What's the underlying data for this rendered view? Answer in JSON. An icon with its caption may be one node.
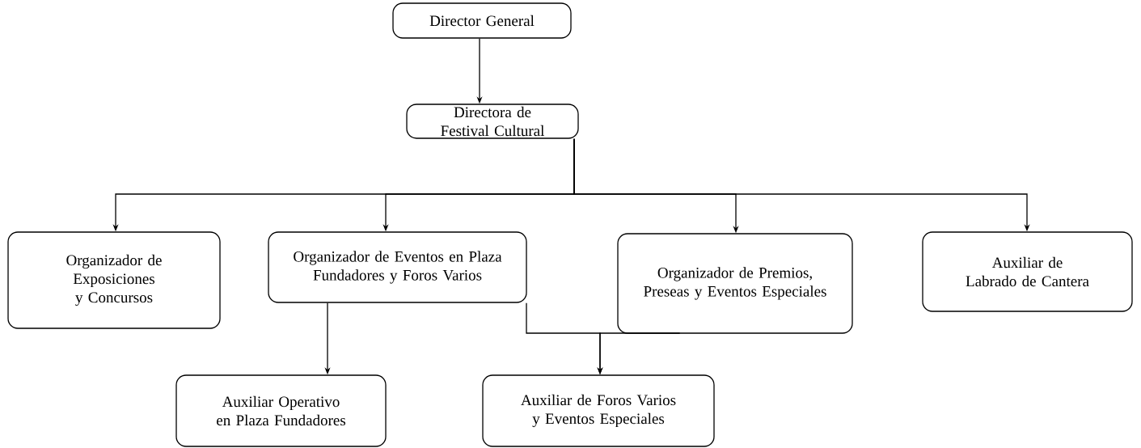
{
  "diagram": {
    "nodes": [
      {
        "text": [
          "Director General"
        ]
      },
      {
        "text": [
          "Directora de Festival Cultural"
        ]
      },
      {
        "text": [
          "Organizador de Exposiciones y Concursos"
        ]
      },
      {
        "text": [
          "Organizador de Eventos en Plaza Fundadores y Foros Varios"
        ]
      },
      {
        "text": [
          "Organizador de Premios, Preseas y Eventos Especiales"
        ]
      },
      {
        "text": [
          "Auxiliar de Labrado de Cantera"
        ]
      },
      {
        "text": [
          "Auxiliar Operativo en Plaza Fundadores"
        ]
      },
      {
        "text": [
          "Auxiliar de Foros Varios y Eventos Especiales"
        ]
      }
    ],
    "edges": [
      {
        "from": 0,
        "to": 1,
        "arrow": "to"
      },
      {
        "from": 1,
        "to": 2,
        "arrow": "to"
      },
      {
        "from": 1,
        "to": 3,
        "arrow": "to"
      },
      {
        "from": 1,
        "to": 4,
        "arrow": "to"
      },
      {
        "from": 1,
        "to": 5,
        "arrow": "to"
      },
      {
        "from": 3,
        "to": 6,
        "arrow": "to"
      },
      {
        "from": 3,
        "to": 7,
        "arrow": "to"
      },
      {
        "from": 4,
        "to": 7,
        "arrow": "to"
      }
    ]
  }
}
